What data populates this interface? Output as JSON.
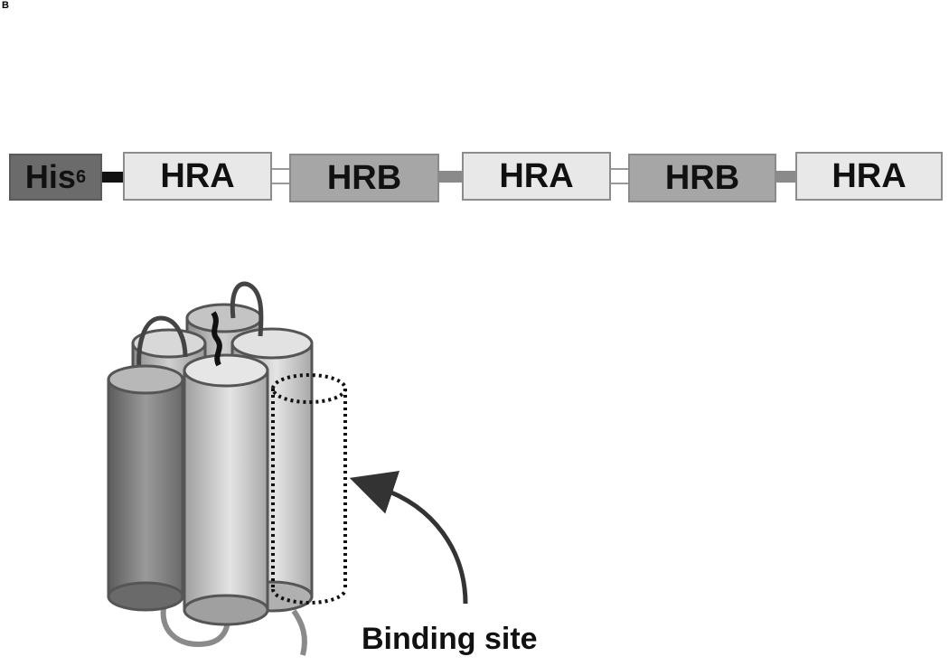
{
  "panel_label": "B",
  "construct": {
    "his_tag": {
      "main": "His",
      "sub": "6"
    },
    "segments": [
      "HRA",
      "HRB",
      "HRA",
      "HRB",
      "HRA"
    ]
  },
  "diagram": {
    "binding_site_label": "Binding site"
  }
}
